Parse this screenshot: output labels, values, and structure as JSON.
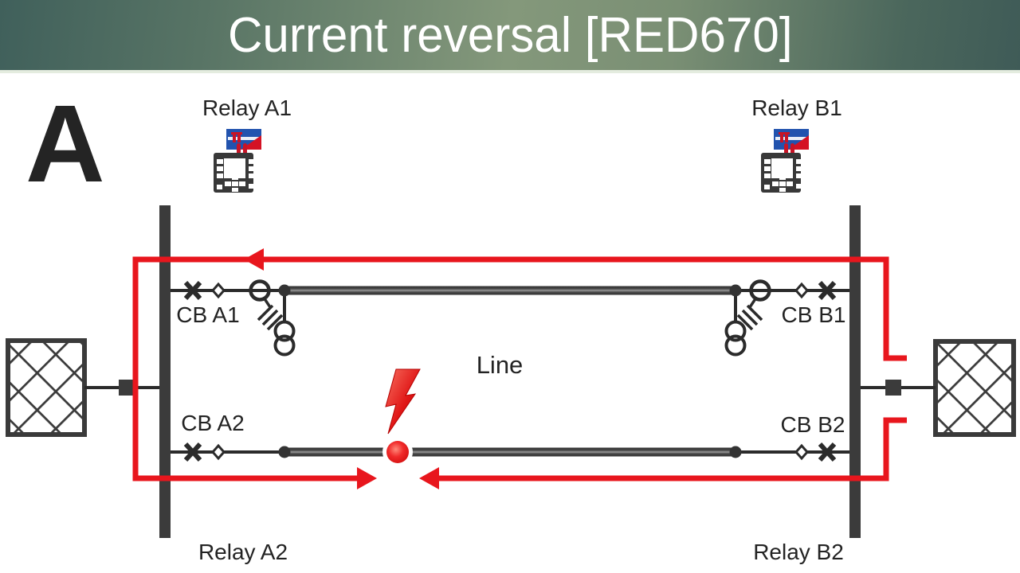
{
  "header": {
    "title": "Current reversal [RED670]"
  },
  "scenario": {
    "label": "A"
  },
  "labels": {
    "relay_a1": "Relay A1",
    "relay_b1": "Relay B1",
    "relay_a2": "Relay A2",
    "relay_b2": "Relay B2",
    "cb_a1": "CB A1",
    "cb_b1": "CB B1",
    "cb_a2": "CB A2",
    "cb_b2": "CB B2",
    "line": "Line"
  },
  "colors": {
    "header_gradient": [
      "#40605b",
      "#84987b",
      "#3f5b57"
    ],
    "header_separator": "#e4ecdf",
    "accent_red": "#e8161d",
    "fault_red_center": "#ff8a7a",
    "fault_red_edge": "#cf0a0a",
    "relay_brand_blue": "#2253ae",
    "relay_brand_red": "#c81426",
    "busbar_dark": "#3b3b3b",
    "symbol_dark": "#2b2b2b",
    "conductor_mid_gray": "#9a9a9a",
    "text_dark": "#232323",
    "title_text": "#ffffff"
  },
  "icons": {
    "relay_device_icon": "numerical-relay-front-panel",
    "relay_brand_icon": "relay-brand-badge",
    "lightning_icon": "fault-lightning-bolt",
    "fault_dot_icon": "fault-location-dot",
    "source_icon": "equivalent-source-lattice-box",
    "cb_icon": "circuit-breaker-cross",
    "isolator_icon": "disconnector-diamond",
    "ct_icon": "current-transformer-circle",
    "vt_icon": "voltage-transformer-double-circle",
    "arrow_icon": "current-direction-arrowhead"
  }
}
